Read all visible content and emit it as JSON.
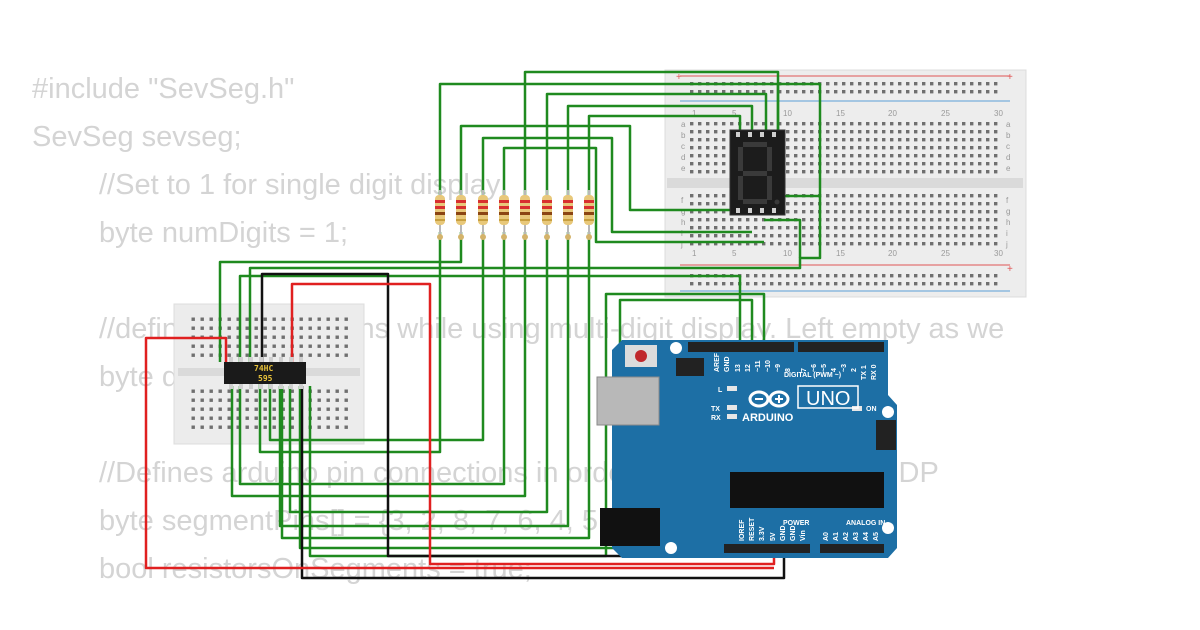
{
  "code": {
    "lines": [
      "#include \"SevSeg.h\"",
      "SevSeg sevseg;",
      "//Set to 1 for single digit display",
      "byte numDigits = 1;",
      "//defines common pins while using multi-digit display. Left empty as we",
      "byte digitPins[] = {};",
      "//Defines arduino pin connections in order: A, B, C, D, E, F, G, DP",
      "byte segmentPins[] = {3, 2, 8, 7, 6, 4, 5, 9};",
      "bool resistorsOnSegments = true;"
    ]
  },
  "components": {
    "shift_register": {
      "line1": "74HC",
      "line2": "595"
    },
    "arduino": {
      "brand": "ARDUINO",
      "model": "UNO",
      "digital_header": "DIGITAL (PWM ~)",
      "power_header": "POWER",
      "analog_header": "ANALOG IN",
      "on_label": "ON",
      "led_l": "L",
      "led_tx": "TX",
      "led_rx": "RX",
      "digital_pins": [
        "AREF",
        "GND",
        "13",
        "12",
        "~11",
        "~10",
        "~9",
        "8",
        "7",
        "~6",
        "~5",
        "4",
        "~3",
        "2",
        "TX 1",
        "RX 0"
      ],
      "power_pins": [
        "IOREF",
        "RESET",
        "3.3V",
        "5V",
        "GND",
        "GND",
        "Vin"
      ],
      "analog_pins": [
        "A0",
        "A1",
        "A2",
        "A3",
        "A4",
        "A5"
      ]
    },
    "breadboard": {
      "row_letters_top": [
        "a",
        "b",
        "c",
        "d",
        "e"
      ],
      "row_letters_bottom": [
        "f",
        "g",
        "h",
        "i",
        "j"
      ],
      "column_numbers_top": [
        "1",
        "5",
        "10",
        "15",
        "20",
        "25",
        "30"
      ],
      "column_numbers_bottom": [
        "1",
        "5",
        "10",
        "15",
        "20",
        "25",
        "30"
      ]
    }
  },
  "colors": {
    "wire_green": "#1f8a1f",
    "wire_red": "#e02020",
    "wire_black": "#111111",
    "arduino_blue": "#1d6fa5",
    "breadboard": "#ececec",
    "code_text": "#d4d4d4"
  }
}
